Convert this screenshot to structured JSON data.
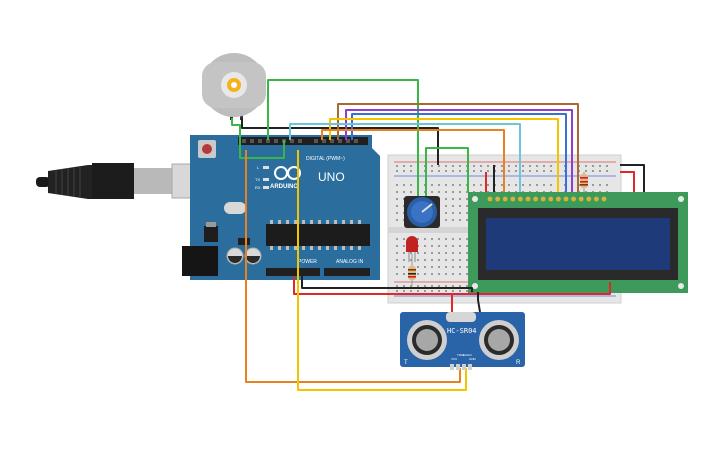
{
  "canvas": {
    "background": "#ffffff"
  },
  "arduino": {
    "model_label": "UNO",
    "brand_label": "ARDUINO",
    "digital_header_label": "DIGITAL (PWM~)",
    "power_label": "POWER",
    "analog_label": "ANALOG IN",
    "led_tx": "TX",
    "led_rx": "RX",
    "led_l": "L",
    "board_color": "#2b6e9e"
  },
  "sensor": {
    "model_label": "HC-SR04",
    "pin_labels": [
      "VCC",
      "TRIG",
      "ECHO",
      "GND"
    ],
    "corner_left": "T",
    "corner_right": "R",
    "board_color": "#2a64a8"
  },
  "lcd": {
    "board_color": "#3d9a5a",
    "screen_color": "#1f3a78"
  },
  "colors": {
    "wire_green": "#39b54a",
    "wire_black": "#222222",
    "wire_red": "#e32626",
    "wire_orange": "#e8821e",
    "wire_yellow": "#f2c500",
    "wire_purple": "#8a3fd0",
    "wire_blue": "#3a6fd8",
    "wire_cyan": "#6ec4d8",
    "wire_brown": "#a86a35",
    "potentiometer": "#2a5fa8",
    "led": "#c22222"
  },
  "icons": {
    "motor": "dc-motor-icon",
    "usb": "usb-cable-icon",
    "pot": "potentiometer-icon",
    "led": "led-icon",
    "resistor": "resistor-icon"
  }
}
